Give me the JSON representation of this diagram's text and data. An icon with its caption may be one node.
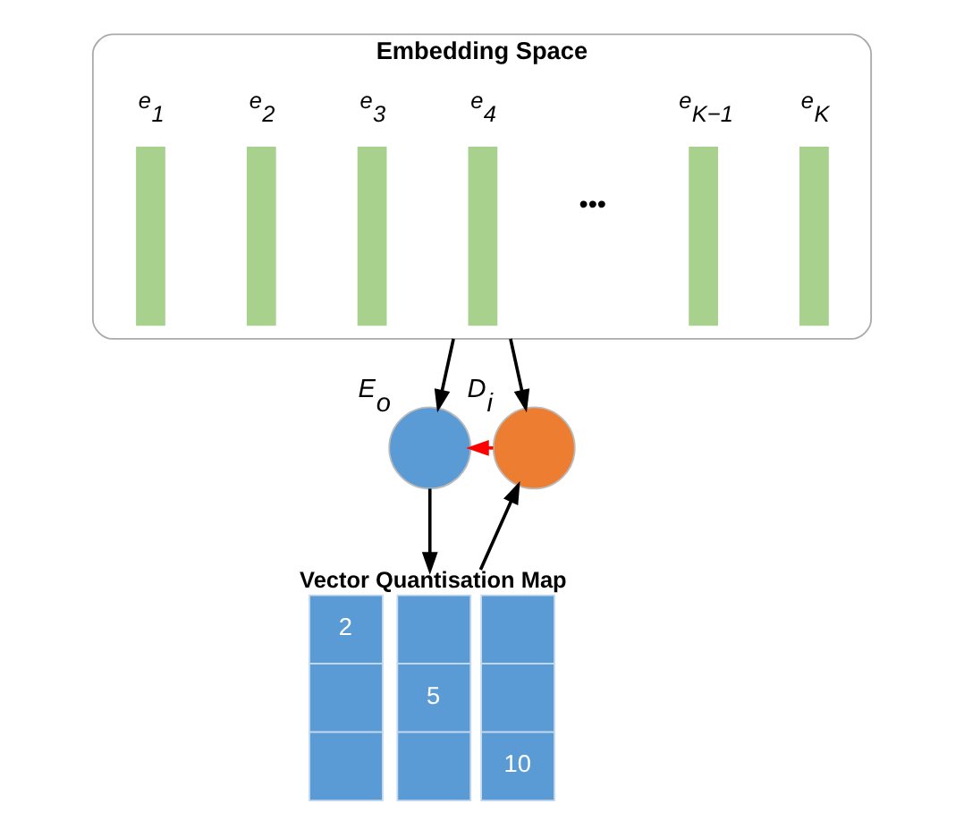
{
  "diagram": {
    "nodes": [
      {
        "text": [
          "Embedding Space"
        ]
      },
      {
        "text": [],
        "shape": "bar",
        "in": 0,
        "beside": [
          "e$_{1}$"
        ]
      },
      {
        "text": [],
        "shape": "bar",
        "in": 0,
        "beside": [
          "e$_{2}$"
        ]
      },
      {
        "text": [],
        "shape": "bar",
        "in": 0,
        "beside": [
          "e$_{3}$"
        ]
      },
      {
        "text": [],
        "shape": "bar",
        "in": 0,
        "beside": [
          "e$_{4}$"
        ]
      },
      {
        "text": [],
        "shape": "bar",
        "in": 0,
        "beside": [
          "e$_{K−1}$"
        ]
      },
      {
        "text": [],
        "shape": "bar",
        "in": 0,
        "beside": [
          "e$_{K}$"
        ]
      },
      {
        "text": [],
        "shape": "circle",
        "beside": [
          "E$_{o}$"
        ]
      },
      {
        "text": [],
        "shape": "circle",
        "beside": [
          "D$_{i}$"
        ]
      },
      {
        "text": [
          "Vector Quantisation Map",
          "2",
          "5",
          "10"
        ]
      }
    ],
    "edges": [
      {
        "from": 0,
        "to": 7,
        "arrow": "to"
      },
      {
        "from": 0,
        "to": 8,
        "arrow": "to"
      },
      {
        "from": 8,
        "to": 7,
        "arrow": "to",
        "style": "dashed",
        "color": "#ff0000"
      },
      {
        "from": 7,
        "to": 9,
        "arrow": "to"
      },
      {
        "from": 9,
        "to": 8,
        "arrow": "to"
      }
    ],
    "labels": [
      "•••"
    ]
  }
}
